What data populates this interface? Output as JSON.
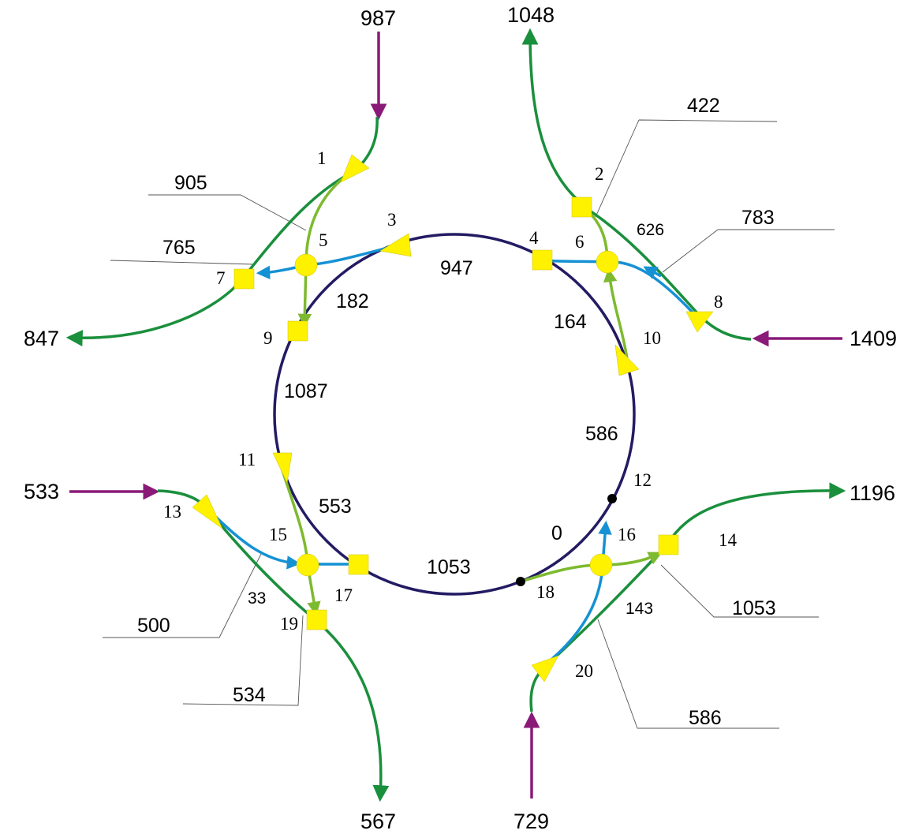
{
  "ramp_flows": {
    "north_in": "987",
    "northeast_out": "1048",
    "east_in": "1409",
    "west_out": "847",
    "west_in": "533",
    "south_out": "567",
    "south_in": "729",
    "east_out": "1196"
  },
  "ring_flows": {
    "top": "947",
    "upper_left": "182",
    "upper_right": "164",
    "left": "1087",
    "right": "586",
    "lower_left": "553",
    "bottom": "1053",
    "lower_right": "0"
  },
  "callouts": {
    "c422": "422",
    "c905": "905",
    "c783": "783",
    "c765": "765",
    "c500": "500",
    "c534": "534",
    "c1053": "1053",
    "c586": "586"
  },
  "link_flows": {
    "f626": "626",
    "f143": "143",
    "f33": "33"
  },
  "node_ids": [
    "1",
    "2",
    "3",
    "4",
    "5",
    "6",
    "7",
    "8",
    "9",
    "10",
    "11",
    "12",
    "13",
    "14",
    "15",
    "16",
    "17",
    "18",
    "19",
    "20"
  ],
  "colors": {
    "ring": "#231b63",
    "offramp_green": "#1a8f3c",
    "turn_lime": "#7dba2f",
    "merge_blue": "#1591d4",
    "inflow_purple": "#8a1a78",
    "node_yellow": "#fff200"
  }
}
